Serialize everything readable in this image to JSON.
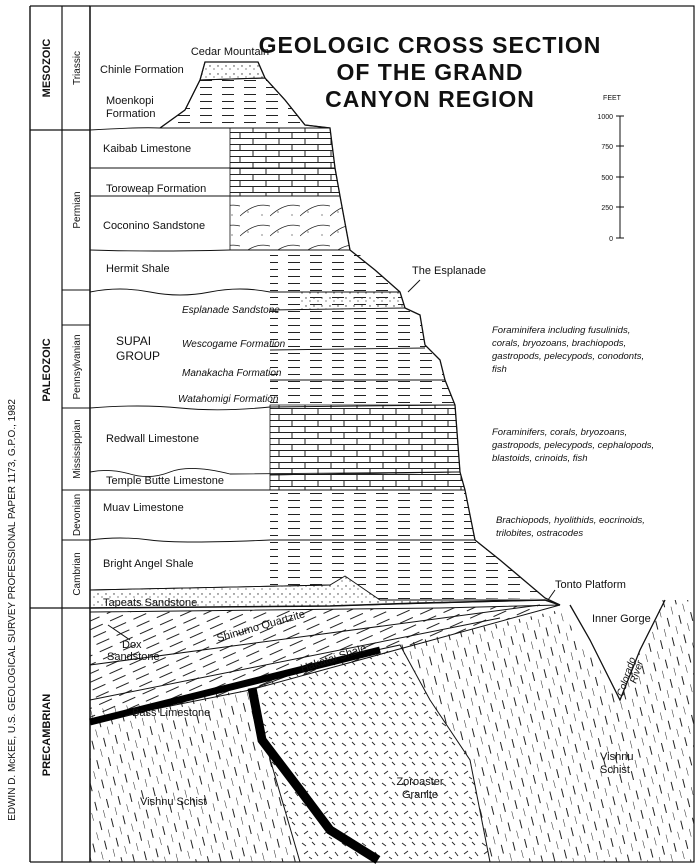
{
  "title_lines": [
    "GEOLOGIC CROSS SECTION",
    "OF THE GRAND",
    "CANYON REGION"
  ],
  "credit": "EDWIN D. McKEE, U.S. GEOLOGICAL SURVEY PROFESSIONAL PAPER 1173, G.P.O., 1982",
  "eras": {
    "mesozoic": "MESOZOIC",
    "paleozoic": "PALEOZOIC",
    "precambrian": "PRECAMBRIAN"
  },
  "periods": {
    "triassic": "Triassic",
    "permian": "Permian",
    "pennsylvanian": "Pennsylvanian",
    "mississippian": "Mississippian",
    "devonian": "Devonian",
    "cambrian": "Cambrian"
  },
  "formations": {
    "cedar_mountain": "Cedar Mountain",
    "chinle": "Chinle Formation",
    "moenkopi_1": "Moenkopi",
    "moenkopi_2": "Formation",
    "kaibab": "Kaibab Limestone",
    "toroweap": "Toroweap Formation",
    "coconino": "Coconino Sandstone",
    "hermit": "Hermit Shale",
    "esplanade_feature": "The Esplanade",
    "esplanade_ss": "Esplanade Sandstone",
    "supai_1": "SUPAI",
    "supai_2": "GROUP",
    "wescogame": "Wescogame Formation",
    "manakacha": "Manakacha Formation",
    "watahomigi": "Watahomigi Formation",
    "redwall": "Redwall Limestone",
    "temple_butte": "Temple Butte Limestone",
    "muav": "Muav Limestone",
    "bright_angel": "Bright Angel Shale",
    "tonto": "Tonto Platform",
    "tapeats": "Tapeats Sandstone",
    "shinumo": "Shinumo Quartzite",
    "inner_gorge": "Inner Gorge",
    "dox_1": "Dox",
    "dox_2": "Sandstone",
    "hakatai": "Hakatai Shale",
    "colorado_1": "Colorado",
    "colorado_2": "River",
    "bass": "Bass Limestone",
    "zoroaster_1": "Zoroaster",
    "zoroaster_2": "Granite",
    "vishnu_left": "Vishnu Schist",
    "vishnu_right_1": "Vishnu",
    "vishnu_right_2": "Schist"
  },
  "fossils": {
    "supai_lines": [
      "Foraminifera including fusulinids,",
      "corals, bryozoans, brachiopods,",
      "gastropods, pelecypods, conodonts,",
      "fish"
    ],
    "redwall_lines": [
      "Foraminifers, corals, bryozoans,",
      "gastropods, pelecypods, cephalopods,",
      "blastoids, crinoids, fish"
    ],
    "muav_lines": [
      "Brachiopods, hyolithids, eocrinoids,",
      "trilobites, ostracodes"
    ]
  },
  "scale": {
    "unit": "FEET",
    "ticks": [
      "1000",
      "750",
      "500",
      "250",
      "0"
    ]
  }
}
